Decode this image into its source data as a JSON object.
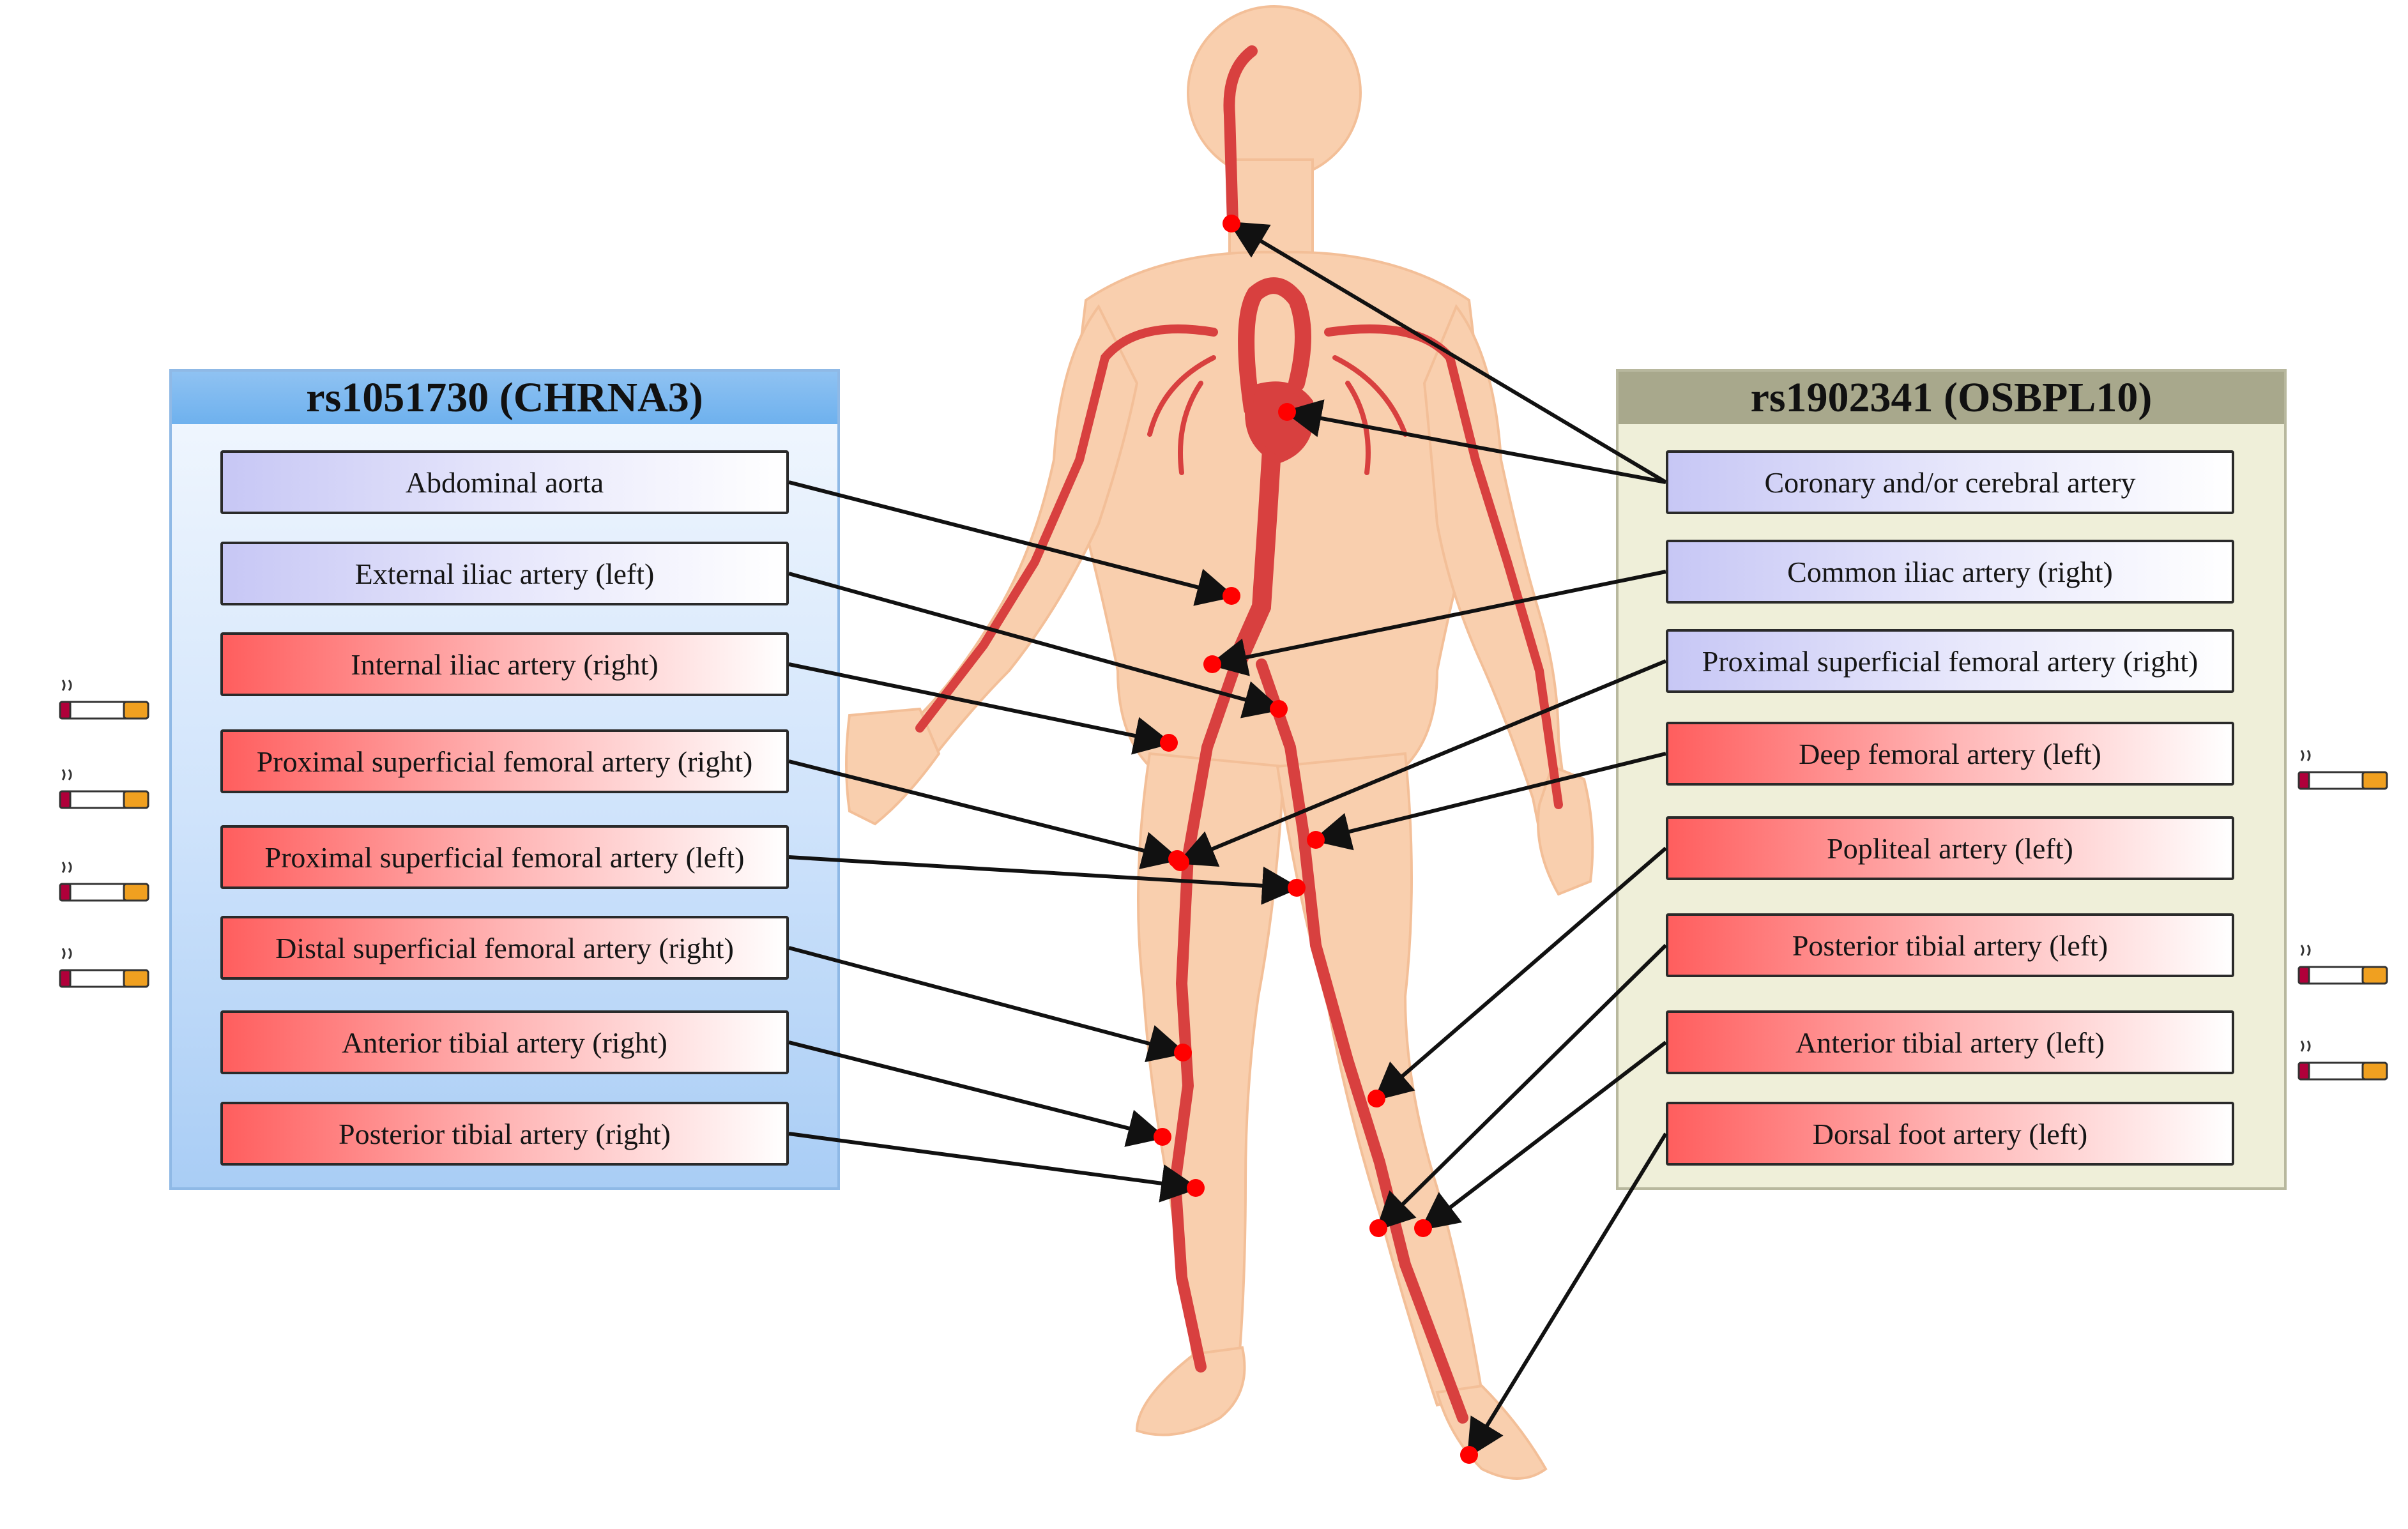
{
  "left_panel": {
    "title": "rs1051730 (CHRNA3)",
    "items": [
      {
        "label": "Abdominal aorta",
        "style": "purple",
        "smoking": false
      },
      {
        "label": "External iliac artery (left)",
        "style": "purple",
        "smoking": false
      },
      {
        "label": "Internal iliac artery (right)",
        "style": "red",
        "smoking": true
      },
      {
        "label": "Proximal superficial femoral artery (right)",
        "style": "red",
        "smoking": true
      },
      {
        "label": "Proximal superficial femoral artery (left)",
        "style": "red",
        "smoking": true
      },
      {
        "label": "Distal superficial femoral artery (right)",
        "style": "red",
        "smoking": true
      },
      {
        "label": "Anterior tibial artery (right)",
        "style": "red",
        "smoking": false
      },
      {
        "label": "Posterior tibial artery (right)",
        "style": "red",
        "smoking": false
      }
    ]
  },
  "right_panel": {
    "title": "rs1902341 (OSBPL10)",
    "items": [
      {
        "label": "Coronary and/or cerebral artery",
        "style": "purple",
        "smoking": false
      },
      {
        "label": "Common iliac artery (right)",
        "style": "purple",
        "smoking": false
      },
      {
        "label": "Proximal superficial femoral artery (right)",
        "style": "purple",
        "smoking": false
      },
      {
        "label": "Deep femoral artery (left)",
        "style": "red",
        "smoking": true
      },
      {
        "label": "Popliteal artery (left)",
        "style": "red",
        "smoking": false
      },
      {
        "label": "Posterior tibial artery (left)",
        "style": "red",
        "smoking": true
      },
      {
        "label": "Anterior tibial artery (left)",
        "style": "red",
        "smoking": true
      },
      {
        "label": "Dorsal foot artery (left)",
        "style": "red",
        "smoking": false
      }
    ]
  },
  "colors": {
    "skin": "#f9cfae",
    "artery": "#d8403f",
    "marker": "#ff0000",
    "connector": "#111111"
  },
  "icons": [
    "human-body-figure",
    "artery-marker-dot",
    "smoking-cigarette-icon"
  ]
}
